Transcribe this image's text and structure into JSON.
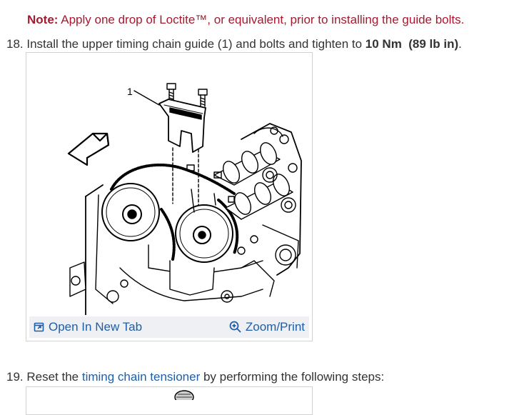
{
  "note": {
    "label": "Note:",
    "text": " Apply one drop of Loctite™, or equivalent, prior to installing the guide bolts."
  },
  "step18": {
    "number": "18.",
    "text_before": " Install the upper timing chain guide (1) and bolts and tighten to ",
    "torque": "10 Nm",
    "torque_sep": "  ",
    "torque_imperial": "(89 lb in)",
    "text_after": "."
  },
  "figure1": {
    "callout": "1",
    "open_tab_label": "Open In New Tab",
    "zoom_label": "Zoom/Print",
    "open_tab_icon": "open-new-tab-icon",
    "zoom_icon": "magnifier-plus-icon"
  },
  "step19": {
    "number": "19.",
    "text_before": " Reset the ",
    "link": "timing chain tensioner",
    "text_after": " by performing the following steps:"
  },
  "colors": {
    "note_red": "#a6192e",
    "link_blue": "#1f5ea8",
    "body_text": "#333333",
    "toolbar_bg": "#eef0f3"
  }
}
